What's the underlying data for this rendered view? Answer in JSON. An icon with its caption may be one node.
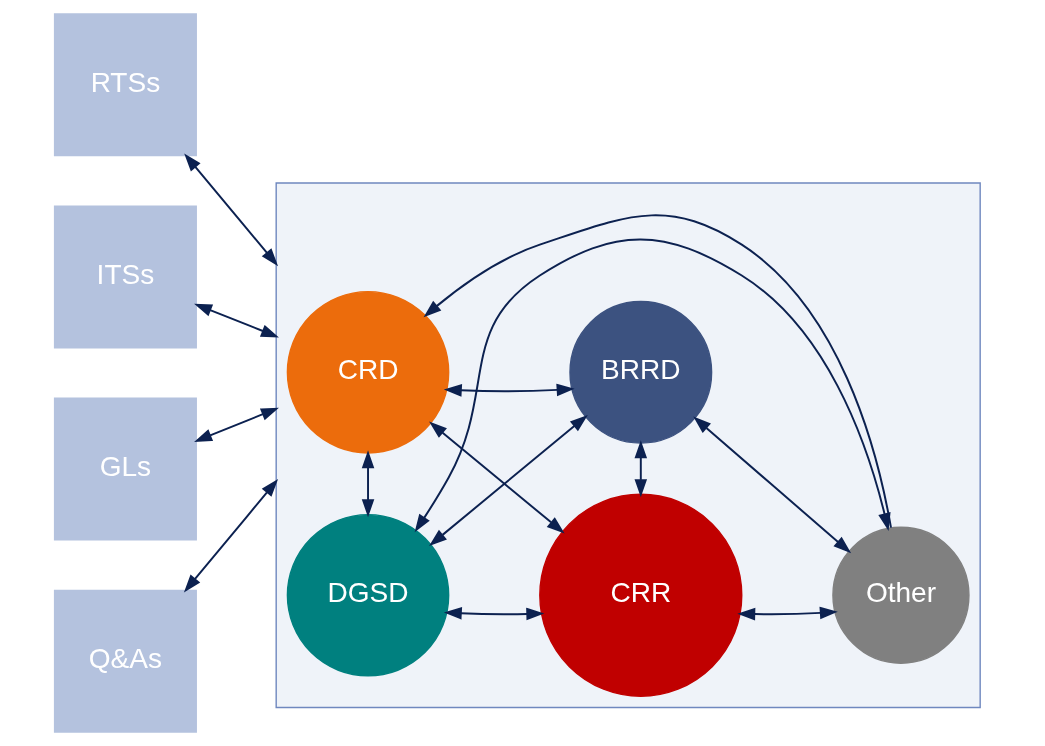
{
  "diagram": {
    "nodes": [
      {
        "text": [
          "RTSs"
        ]
      },
      {
        "text": [
          "ITSs"
        ]
      },
      {
        "text": [
          "GLs"
        ]
      },
      {
        "text": [
          "Q&As"
        ]
      },
      {
        "text": [],
        "shape": "box"
      },
      {
        "text": [
          "CRD"
        ],
        "in": 4
      },
      {
        "text": [
          "DGSD"
        ],
        "in": 4
      },
      {
        "text": [
          "BRRD"
        ],
        "in": 4
      },
      {
        "text": [
          "CRR"
        ],
        "in": 4
      },
      {
        "text": [
          "Other"
        ],
        "in": 4
      }
    ],
    "edges": [
      {
        "from": 0,
        "to": 4,
        "arrow": "both"
      },
      {
        "from": 1,
        "to": 4,
        "arrow": "both"
      },
      {
        "from": 2,
        "to": 4,
        "arrow": "both"
      },
      {
        "from": 3,
        "to": 4,
        "arrow": "both"
      },
      {
        "from": 6,
        "to": 5,
        "arrow": "both"
      },
      {
        "from": 6,
        "to": 8,
        "arrow": "both"
      },
      {
        "from": 6,
        "to": 7,
        "arrow": "both"
      },
      {
        "from": 6,
        "to": 9,
        "arrow": "both"
      },
      {
        "from": 8,
        "to": 5,
        "arrow": "both"
      },
      {
        "from": 5,
        "to": 7,
        "arrow": "both"
      },
      {
        "from": 9,
        "to": 5,
        "arrow": "to"
      },
      {
        "from": 8,
        "to": 7,
        "arrow": "both"
      },
      {
        "from": 9,
        "to": 7,
        "arrow": "both"
      },
      {
        "from": 8,
        "to": 9,
        "arrow": "both"
      }
    ]
  }
}
